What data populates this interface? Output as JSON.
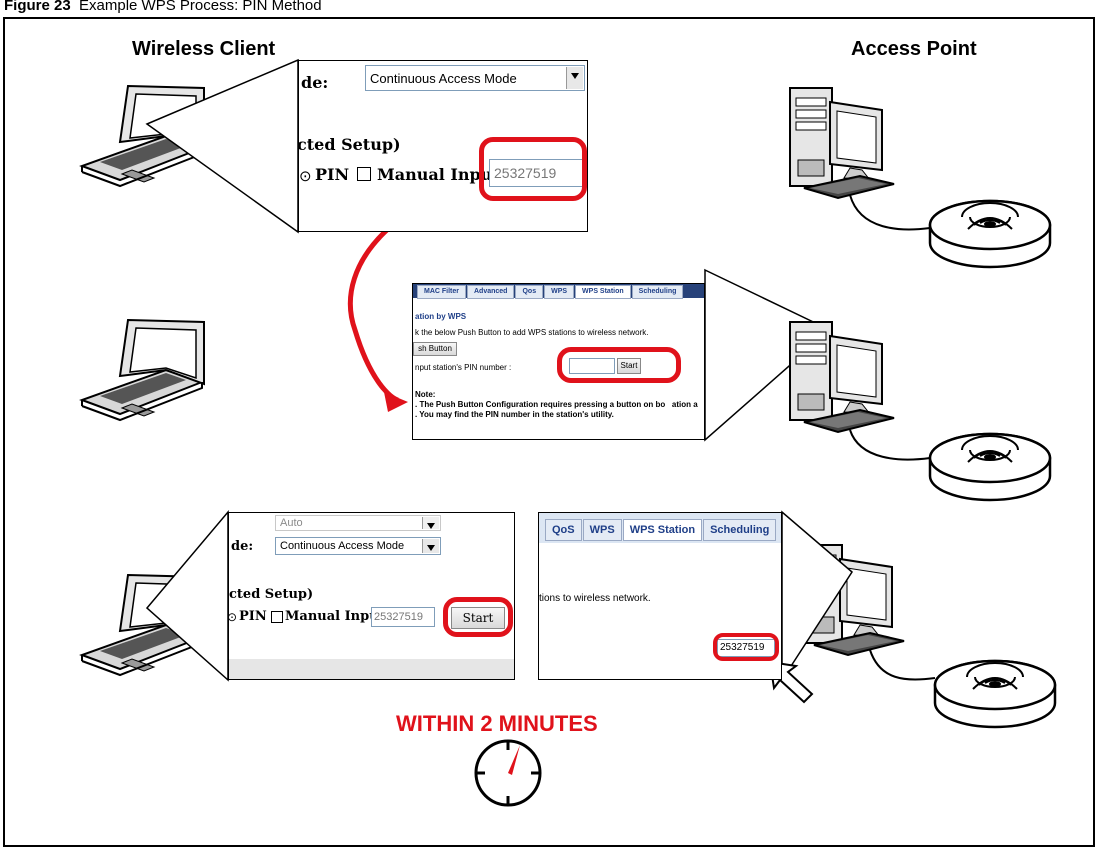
{
  "figure": {
    "number": "Figure 23",
    "title": "Example WPS Process: PIN Method"
  },
  "headers": {
    "client": "Wireless Client",
    "ap": "Access Point"
  },
  "step1": {
    "mode_label": "de:",
    "mode_value": "Continuous Access Mode",
    "section_label": "cted Setup)",
    "pin_label": "PIN",
    "manual_label": "Manual Inpu",
    "pin_value": "25327519"
  },
  "step2": {
    "tabs": [
      "MAC Filter",
      "Advanced",
      "Qos",
      "WPS",
      "WPS Station",
      "Scheduling"
    ],
    "active_tab": "WPS Station",
    "heading": "ation by WPS",
    "instruction": "k the below Push Button to add WPS stations to wireless network.",
    "push_button": "sh Button",
    "pin_label": "nput station's PIN number :",
    "start": "Start",
    "note_title": "Note:",
    "note1": ". The Push Button Configuration requires pressing a button on bo",
    "note1_tail": "ation a",
    "note2": ". You may find the PIN number in the station's utility."
  },
  "step3_client": {
    "auto_value": "Auto",
    "mode_label": "de:",
    "mode_value": "Continuous Access Mode",
    "section_label": "cted Setup)",
    "pin_label": "PIN",
    "manual_label": "Manual Input",
    "pin_value": "25327519",
    "start": "Start"
  },
  "step3_ap": {
    "tabs": [
      "QoS",
      "WPS",
      "WPS Station",
      "Scheduling"
    ],
    "active_tab": "WPS Station",
    "instruction": "tions to wireless network.",
    "pin_value": "25327519"
  },
  "timer": {
    "text": "WITHIN 2 MINUTES"
  },
  "colors": {
    "highlight": "#e0121b",
    "tab_text": "#1f3f88",
    "tab_bg": "#e4ebf5"
  }
}
